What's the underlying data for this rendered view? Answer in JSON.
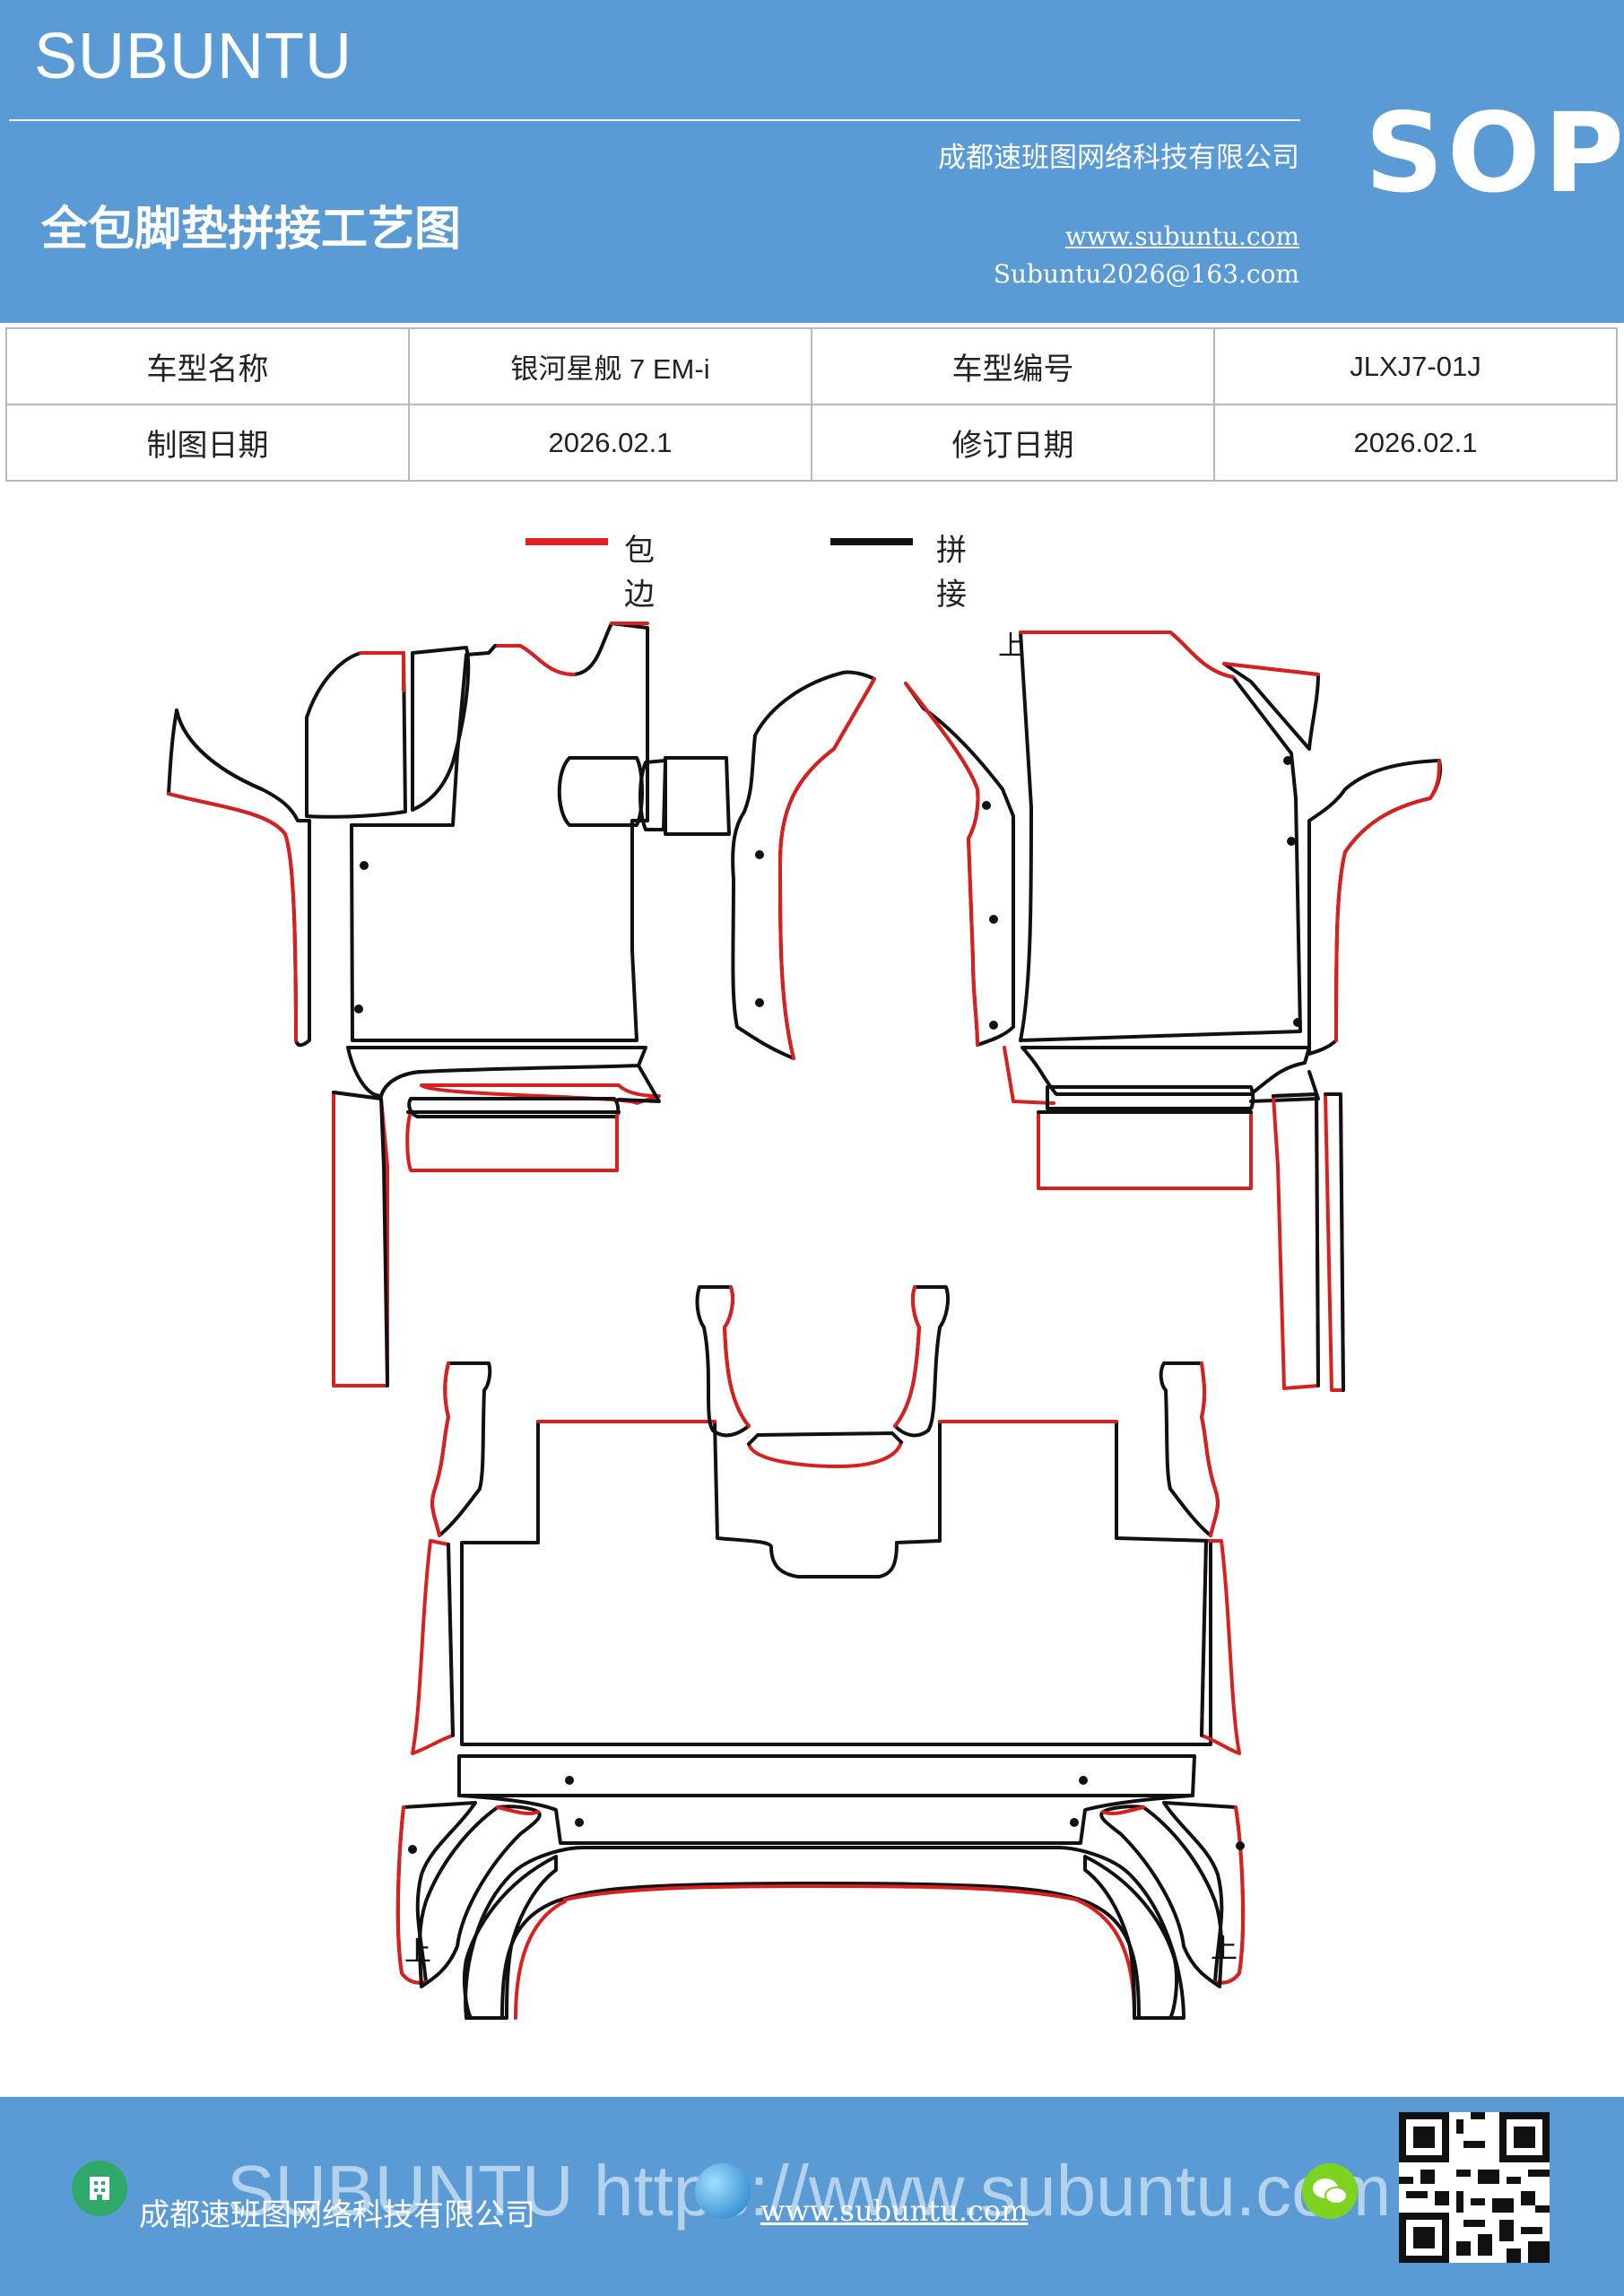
{
  "header": {
    "brand": "SUBUNTU",
    "title": "全包脚垫拼接工艺图",
    "company": "成都速班图网络科技有限公司",
    "website": "www.subuntu.com",
    "email": "Subuntu2026@163.com",
    "badge": "SOP",
    "color": "#5b9bd5"
  },
  "info_table": {
    "rows": [
      [
        "车型名称",
        "银河星舰 7  EM-i",
        "车型编号",
        "JLXJ7-01J"
      ],
      [
        "制图日期",
        "2026.02.1",
        "修订日期",
        "2026.02.1"
      ]
    ]
  },
  "legend": {
    "items": [
      {
        "label": "包边",
        "color": "#e02020"
      },
      {
        "label": "拼接",
        "color": "#111111"
      }
    ]
  },
  "diagram": {
    "marks": [
      "上",
      "上",
      "上",
      "上"
    ]
  },
  "footer": {
    "company": "成都速班图网络科技有限公司",
    "website": "www.subuntu.com",
    "watermark": "SUBUNTU https://www.subuntu.com",
    "icons": [
      "building-icon",
      "globe-icon",
      "wechat-icon",
      "qr-code"
    ]
  }
}
